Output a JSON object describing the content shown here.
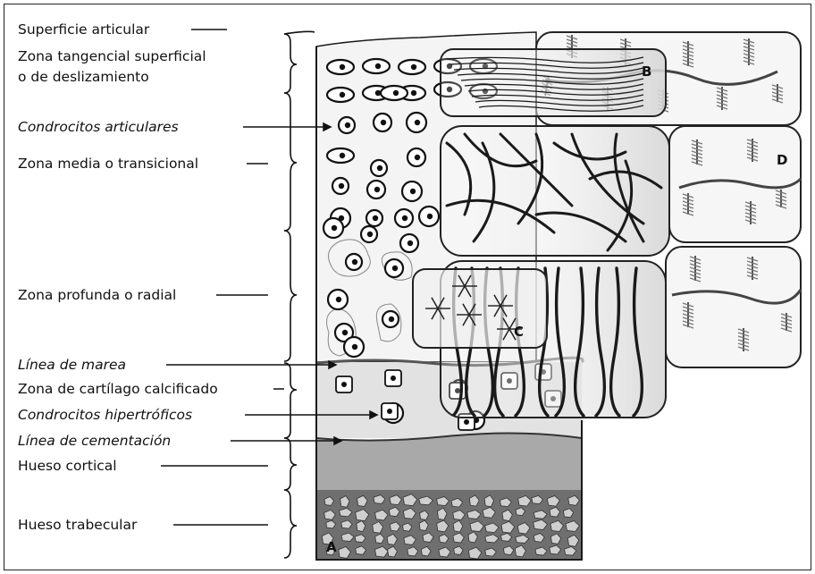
{
  "labels": {
    "superficie": "Superficie articular",
    "tangencial_1": "Zona tangencial superficial",
    "tangencial_2": "o de deslizamiento",
    "condrocitos_art": "Condrocitos articulares",
    "media": "Zona media o transicional",
    "profunda": "Zona profunda o radial",
    "marea": "Línea de marea",
    "calcificado": "Zona de cartílago calcificado",
    "hipertroficos": "Condrocitos hipertróficos",
    "cementacion": "Línea de cementación",
    "cortical": "Hueso cortical",
    "trabecular": "Hueso trabecular"
  },
  "panels": {
    "a": "A",
    "b": "B",
    "c": "C",
    "d": "D"
  },
  "colors": {
    "cartilage": "#f3f3f3",
    "calcified": "#e2e2e2",
    "cortical": "#a9a9a9",
    "trabecular": "#6f6f6f",
    "fiber": "#1a1a1a",
    "proteoglycan": "#7a7a7a"
  }
}
